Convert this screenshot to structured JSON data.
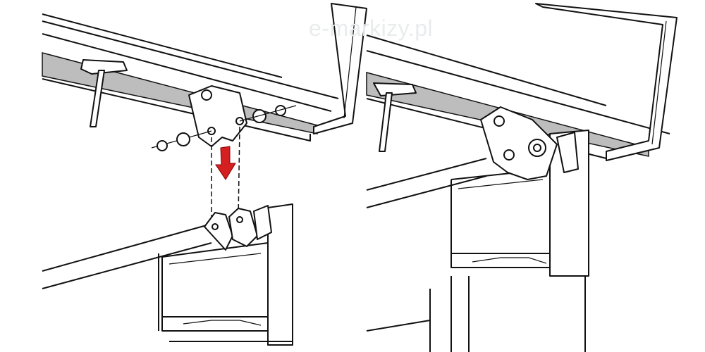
{
  "watermark": "e-markizy.pl",
  "colors": {
    "arrow": "#d42020",
    "rail_fill": "#bdbdbd",
    "line": "#111111"
  },
  "panels": [
    {
      "name": "before-mounting",
      "arrow": "down"
    },
    {
      "name": "after-mounting"
    }
  ]
}
